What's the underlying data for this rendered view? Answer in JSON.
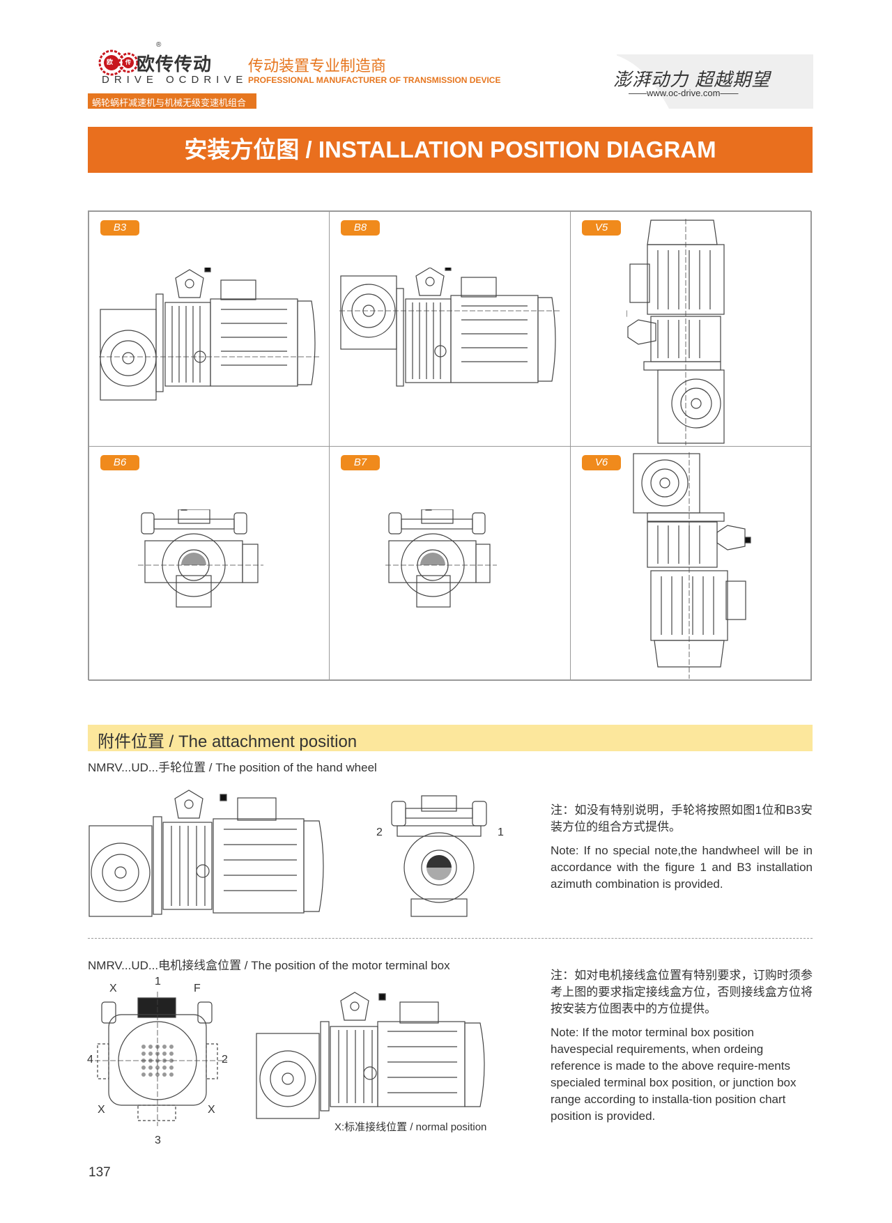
{
  "header": {
    "brand_cn": "欧传传动",
    "brand_en": "DRIVE OCDRIVE",
    "registered_mark": "®",
    "logo_text_1": "欧",
    "logo_text_2": "传",
    "tagline_cn": "传动装置专业制造商",
    "tagline_en": "PROFESSIONAL MANUFACTURER OF TRANSMISSION DEVICE",
    "slogan": "澎湃动力 超越期望",
    "website": "——www.oc-drive.com——",
    "subtitle": "蜗轮蜗杆减速机与机械无级变速机组合",
    "colors": {
      "accent": "#e96f1e",
      "tab": "#f08a1c",
      "highlight": "#fce79c"
    }
  },
  "title": "安装方位图 / INSTALLATION POSITION DIAGRAM",
  "positions": [
    {
      "label": "B3"
    },
    {
      "label": "B8"
    },
    {
      "label": "V5"
    },
    {
      "label": "B6"
    },
    {
      "label": "B7"
    },
    {
      "label": "V6"
    }
  ],
  "attachment": {
    "title": "附件位置 / The attachment position",
    "handwheel": {
      "heading": "NMRV...UD...手轮位置 / The position of the hand wheel",
      "label_left": "2",
      "label_right": "1",
      "note_cn": "注：如没有特别说明，手轮将按照如图1位和B3安装方位的组合方式提供。",
      "note_en": "Note: If no special note,the handwheel will be in accordance with the figure 1 and B3 installation azimuth combination is provided."
    },
    "terminal_box": {
      "heading": "NMRV...UD...电机接线盒位置 / The position of the motor terminal box",
      "labels": {
        "top": "1",
        "right": "2",
        "bottom": "3",
        "left": "4",
        "f": "F",
        "x": "X"
      },
      "caption": "X:标准接线位置 / normal position",
      "note_cn": "注：如对电机接线盒位置有特别要求，订购时须参考上图的要求指定接线盒方位，否则接线盒方位将按安装方位图表中的方位提供。",
      "note_en": "Note: If the motor terminal box position havespecial requirements, when ordeing reference is made to the above require-ments specialed terminal box position, or junction box range according to installa-tion position chart position is provided."
    }
  },
  "page_number": "137"
}
